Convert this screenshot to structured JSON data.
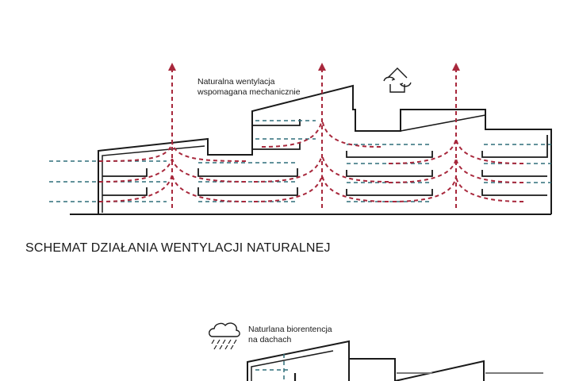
{
  "diagram": {
    "title": "SCHEMAT DZIAŁANIA WENTYLACJI NATURALNEJ",
    "annotations": {
      "ventilation": [
        "Naturalna wentylacja",
        "wspomagana mechanicznie"
      ],
      "retention": [
        "Naturlana biorentencja",
        "na dachach"
      ]
    },
    "icons": [
      "recirculation-house-icon",
      "rain-cloud-icon"
    ],
    "colors": {
      "outline": "#1a1a1a",
      "air_flow": "#a8283c",
      "fresh_air": "#2f6f7a",
      "green_roof": "#7a7a7a"
    }
  }
}
